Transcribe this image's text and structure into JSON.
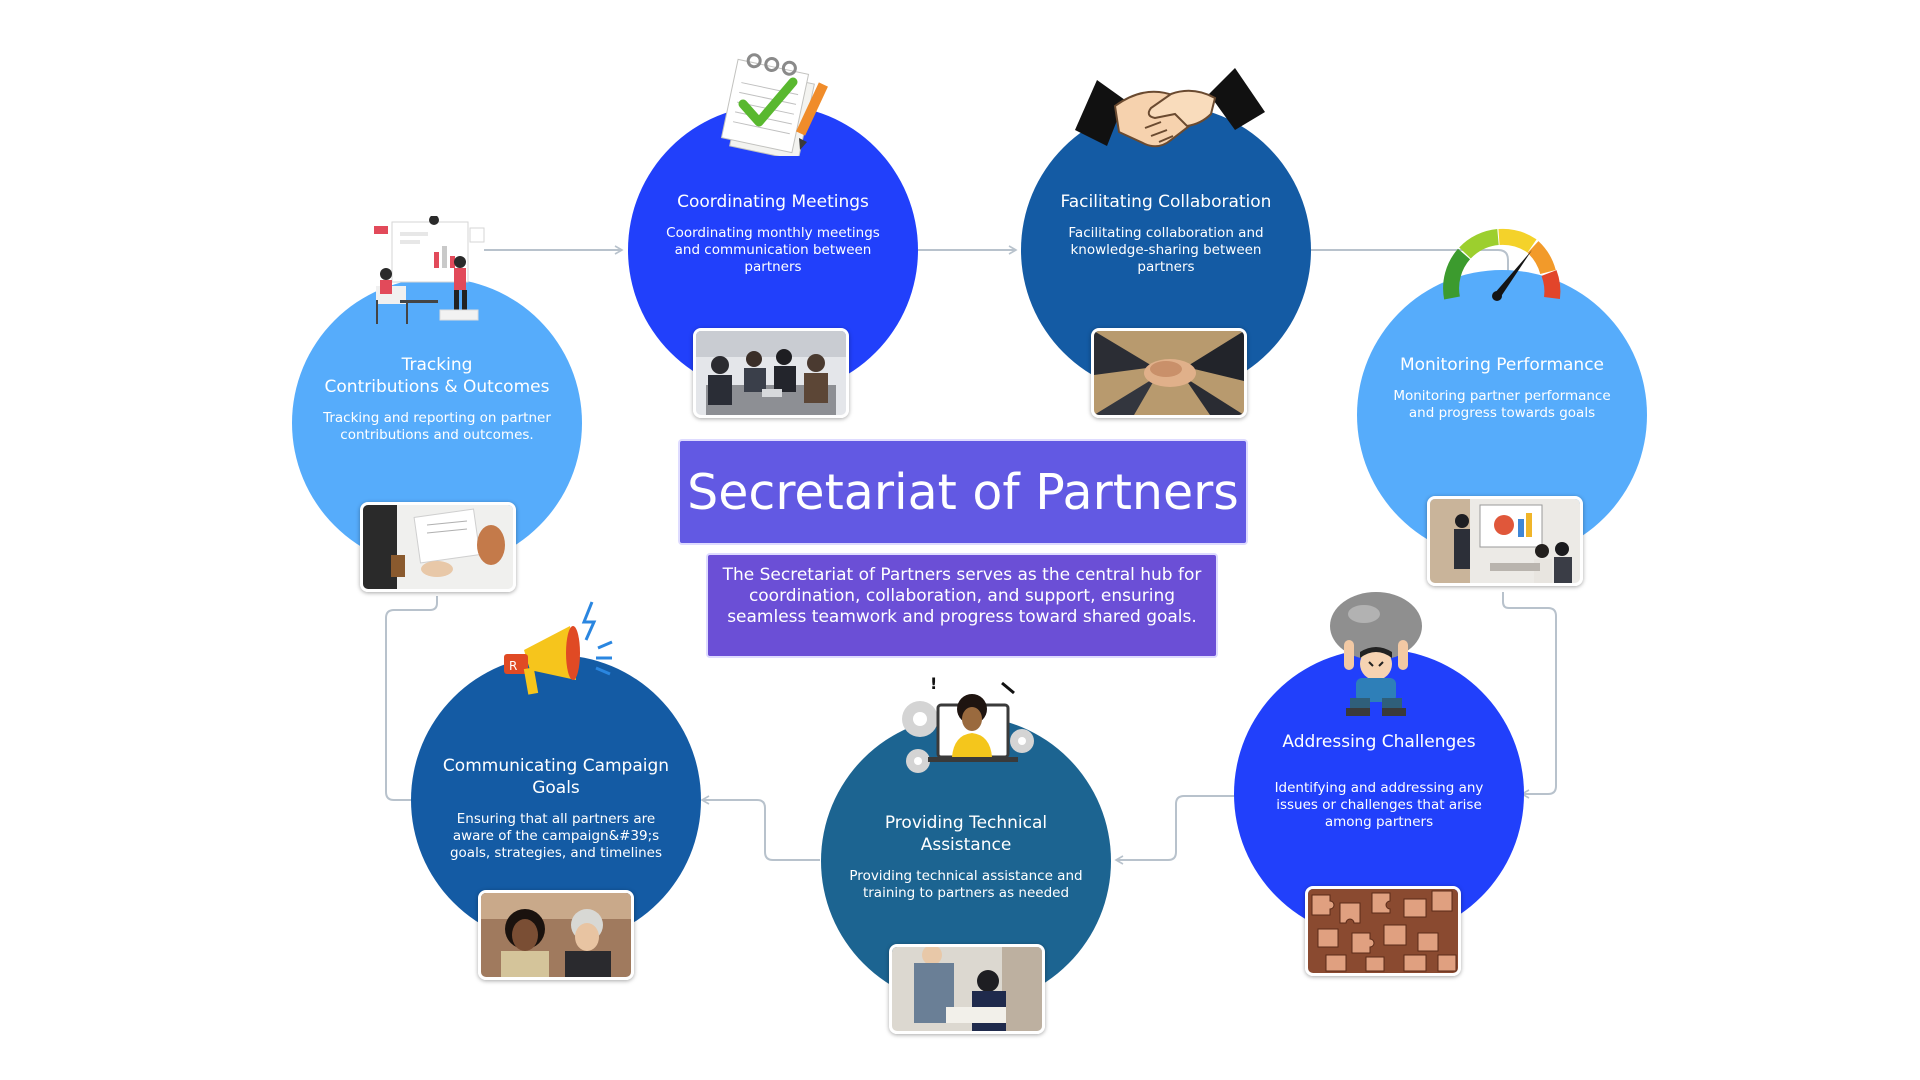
{
  "title": "Secretariat of Partners",
  "description": "The Secretariat of Partners serves as the central hub for coordination, collaboration, and support, ensuring seamless teamwork and progress toward shared goals.",
  "colors": {
    "royal_blue": "#2140fb",
    "steel_blue": "#145ba4",
    "sky_blue": "#56acfb",
    "teal_blue": "#1c6491",
    "purple_title": "#6259e3",
    "purple_desc": "#6b4fd6",
    "connector": "#b8c2cc"
  },
  "nodes": [
    {
      "title": "Coordinating Meetings",
      "description": "Coordinating monthly meetings and communication between partners",
      "icon": "notepad-check-icon",
      "photo": "team-meeting-photo"
    },
    {
      "title": "Facilitating Collaboration",
      "description": "Facilitating collaboration and knowledge-sharing between partners",
      "icon": "handshake-icon",
      "photo": "stacked-hands-photo"
    },
    {
      "title": "Monitoring Performance",
      "description": "Monitoring partner performance and progress towards goals",
      "icon": "gauge-icon",
      "photo": "presentation-photo"
    },
    {
      "title": "Addressing Challenges",
      "description": "Identifying and addressing any issues or challenges that arise among partners",
      "icon": "stressed-person-boulder-icon",
      "photo": "puzzle-pieces-photo"
    },
    {
      "title": "Providing Technical Assistance",
      "description": "Providing technical assistance and training to partners as needed",
      "icon": "support-agent-gears-icon",
      "photo": "training-photo"
    },
    {
      "title": "Communicating Campaign Goals",
      "description": "Ensuring that all partners are aware of the campaign&#39;s goals, strategies, and timelines",
      "icon": "megaphone-icon",
      "photo": "two-people-talking-photo"
    },
    {
      "title": "Tracking\nContributions & Outcomes",
      "description": "Tracking and reporting on partner contributions and outcomes.",
      "icon": "analytics-dashboard-icon",
      "photo": "document-review-photo"
    }
  ]
}
